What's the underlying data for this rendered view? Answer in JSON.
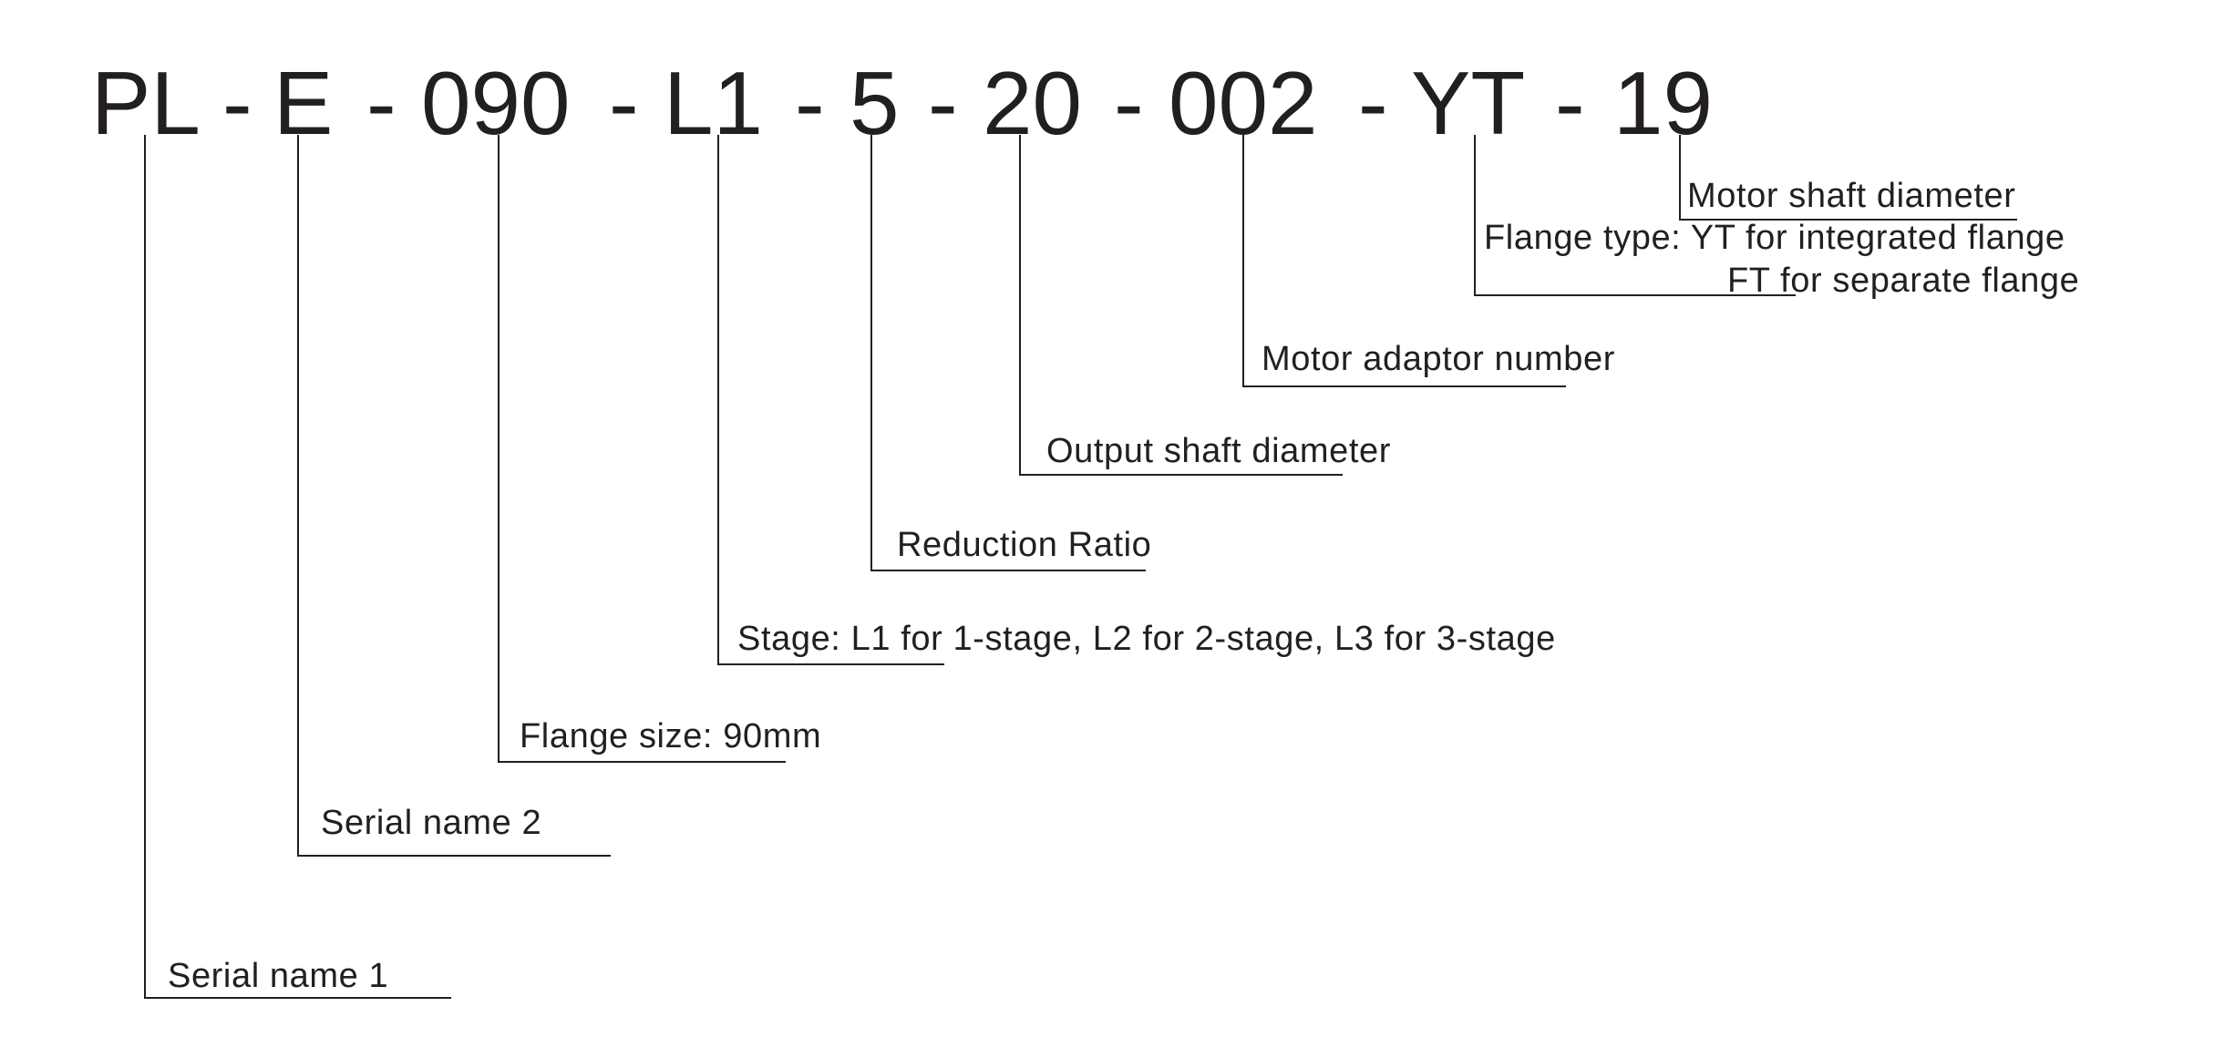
{
  "model_code": {
    "segments": [
      "PL",
      "-",
      "E",
      "-",
      "090",
      "-",
      "L1",
      "-",
      "5",
      "-",
      "20",
      "-",
      "002",
      "-",
      "YT",
      "-",
      "19"
    ]
  },
  "annotations": [
    {
      "id": "serial-name-1",
      "text": "Serial name 1"
    },
    {
      "id": "serial-name-2",
      "text": "Serial name 2"
    },
    {
      "id": "flange-size",
      "text": "Flange size: 90mm"
    },
    {
      "id": "stage",
      "text": "Stage: L1 for 1-stage, L2 for 2-stage, L3 for 3-stage"
    },
    {
      "id": "reduction-ratio",
      "text": "Reduction Ratio"
    },
    {
      "id": "output-shaft",
      "text": "Output shaft diameter"
    },
    {
      "id": "motor-adaptor",
      "text": "Motor adaptor number"
    },
    {
      "id": "flange-type",
      "text": "Flange type: YT for integrated flange"
    },
    {
      "id": "flange-type-ft",
      "text": "FT for separate flange"
    },
    {
      "id": "motor-shaft",
      "text": "Motor shaft diameter"
    }
  ],
  "colors": {
    "ink": "#231f20",
    "background": "#ffffff"
  }
}
